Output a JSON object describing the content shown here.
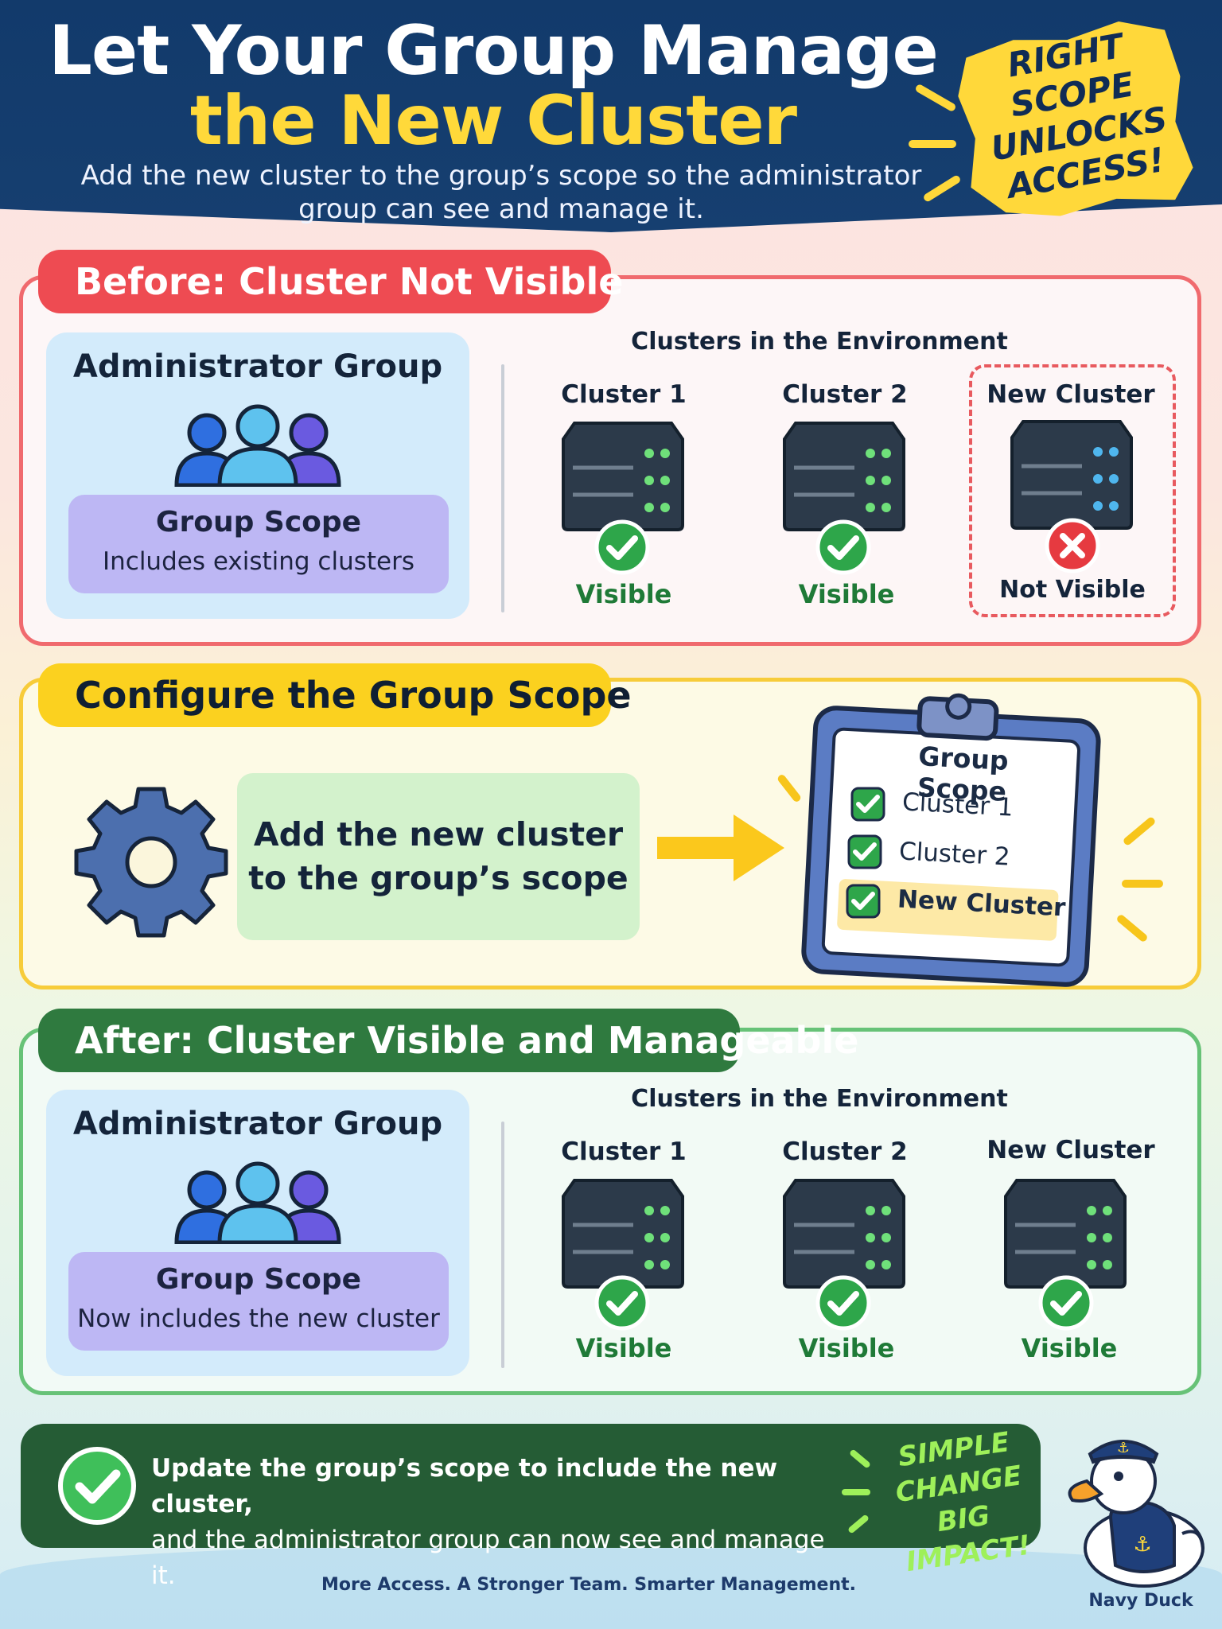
{
  "header": {
    "title_line1": "Let Your Group Manage",
    "title_line2": "the New Cluster",
    "subtitle_line1": "Add the new cluster to the group’s scope so the administrator",
    "subtitle_line2": "group can see and manage it.",
    "burst": [
      "RIGHT",
      "SCOPE",
      "UNLOCKS",
      "ACCESS!"
    ],
    "colors": {
      "navy": "#123a6b",
      "yellow": "#ffd93a"
    }
  },
  "before": {
    "tag": "Before: Cluster Not Visible",
    "admin_title": "Administrator Group",
    "scope_title": "Group Scope",
    "scope_sub": "Includes existing clusters",
    "env_title": "Clusters in the Environment",
    "clusters": [
      {
        "name": "Cluster 1",
        "status": "Visible",
        "icon": "check-icon"
      },
      {
        "name": "Cluster 2",
        "status": "Visible",
        "icon": "check-icon"
      },
      {
        "name": "New Cluster",
        "status": "Not Visible",
        "icon": "x-icon"
      }
    ],
    "accent": "#ee4b52"
  },
  "config": {
    "tag": "Configure the Group Scope",
    "add_line1": "Add the new cluster",
    "add_line2": "to the group’s scope",
    "clipboard_title": "Group Scope",
    "items": [
      "Cluster 1",
      "Cluster 2",
      "New Cluster"
    ],
    "accent": "#fbd11f"
  },
  "after": {
    "tag": "After: Cluster Visible and Manageable",
    "admin_title": "Administrator Group",
    "scope_title": "Group Scope",
    "scope_sub": "Now includes the new cluster",
    "env_title": "Clusters in the Environment",
    "clusters": [
      {
        "name": "Cluster 1",
        "status": "Visible",
        "icon": "check-icon"
      },
      {
        "name": "Cluster 2",
        "status": "Visible",
        "icon": "check-icon"
      },
      {
        "name": "New Cluster",
        "status": "Visible",
        "icon": "check-icon"
      }
    ],
    "accent": "#2f7a3f"
  },
  "banner": {
    "line1": "Update the group’s scope to include the new cluster,",
    "line2": "and the administrator group can now see and manage it.",
    "simple": [
      "SIMPLE",
      "CHANGE",
      "BIG IMPACT!"
    ]
  },
  "footer": {
    "tagline": "More Access. A Stronger Team. Smarter Management.",
    "mascot": "Navy Duck"
  }
}
